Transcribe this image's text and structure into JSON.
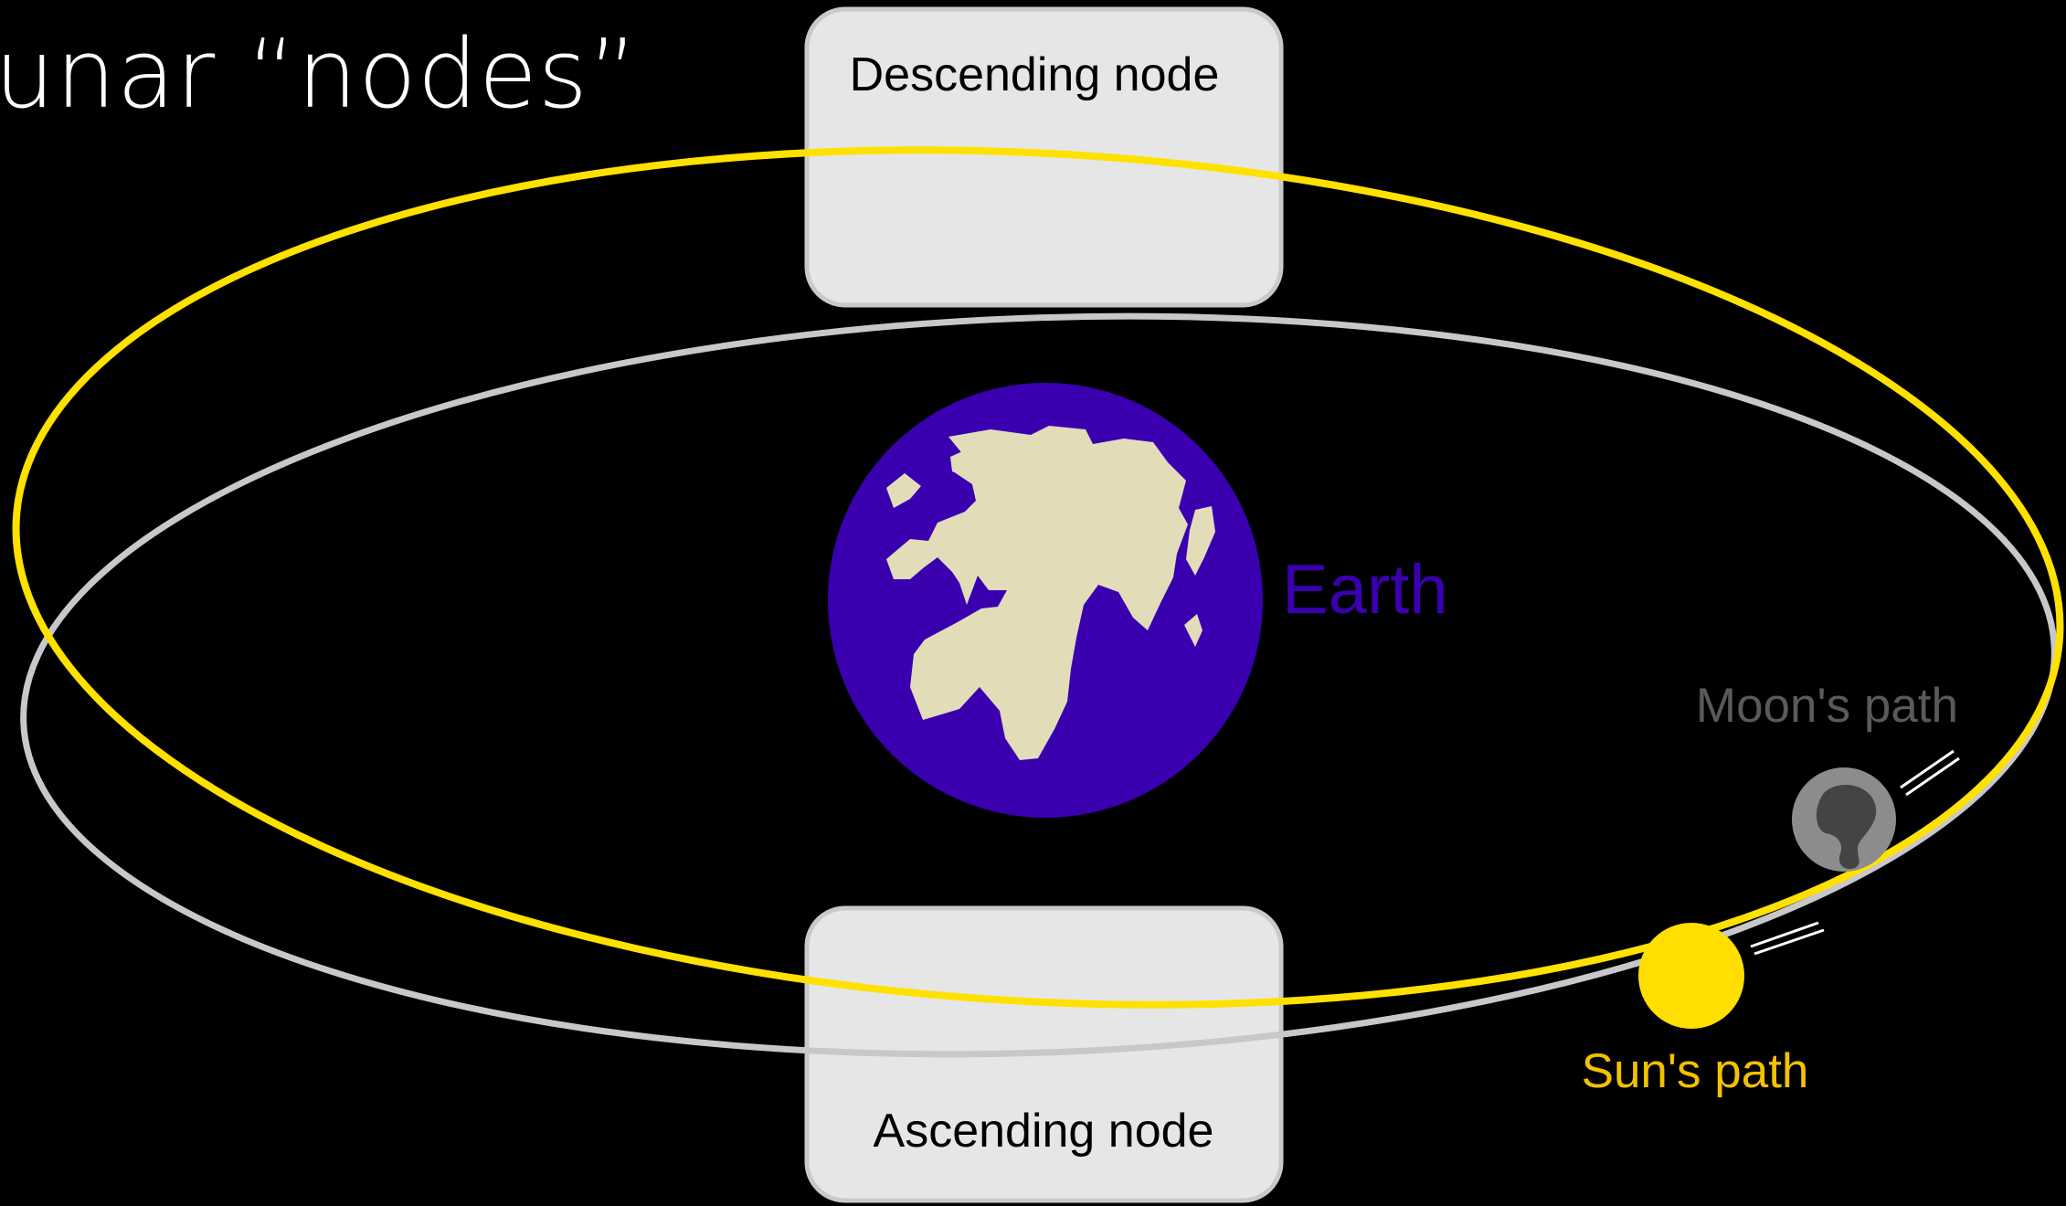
{
  "slide": {
    "title": "unar “nodes”"
  },
  "diagram": {
    "descending_node_label": "Descending node",
    "ascending_node_label": "Ascending node",
    "earth_label": "Earth",
    "moon_path_label": "Moon's path",
    "sun_path_label": "Sun's path"
  },
  "colors": {
    "background": "#000000",
    "sun_path": "#ffe100",
    "moon_path": "#c8c8cc",
    "node_box": "#e6e6e6",
    "earth_ocean": "#3a00b0",
    "earth_land": "#e3dcb9",
    "earth_label": "#3a00b0",
    "moon_body": "#8c8c8c",
    "moon_label": "#5a5a5a",
    "sun_label": "#f2c200"
  }
}
